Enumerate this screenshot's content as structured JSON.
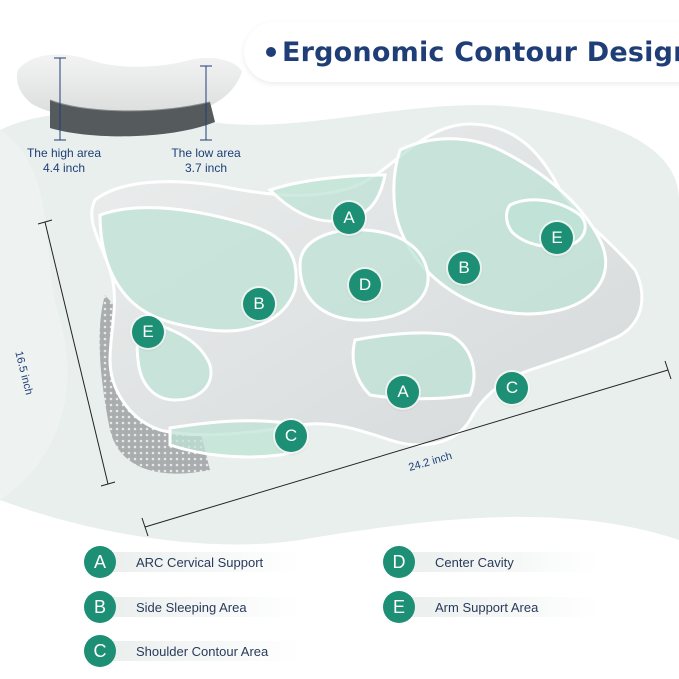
{
  "title": "Ergonomic Contour Design",
  "small_pillow": {
    "high_label": "The high area",
    "high_value": "4.4 inch",
    "low_label": "The low area",
    "low_value": "3.7 inch"
  },
  "dimensions": {
    "depth": "16.5 inch",
    "width": "24.2 inch"
  },
  "markers": {
    "a1": "A",
    "a2": "A",
    "b1": "B",
    "b2": "B",
    "c1": "C",
    "c2": "C",
    "d1": "D",
    "e1": "E",
    "e2": "E"
  },
  "legend": [
    {
      "letter": "A",
      "text": "ARC Cervical Support"
    },
    {
      "letter": "B",
      "text": "Side Sleeping Area"
    },
    {
      "letter": "C",
      "text": "Shoulder Contour Area"
    },
    {
      "letter": "D",
      "text": "Center Cavity"
    },
    {
      "letter": "E",
      "text": "Arm Support Area"
    }
  ],
  "colors": {
    "accent_green": "#1d8f75",
    "title_navy": "#1f3e78",
    "background_tint": "#e8efec"
  }
}
